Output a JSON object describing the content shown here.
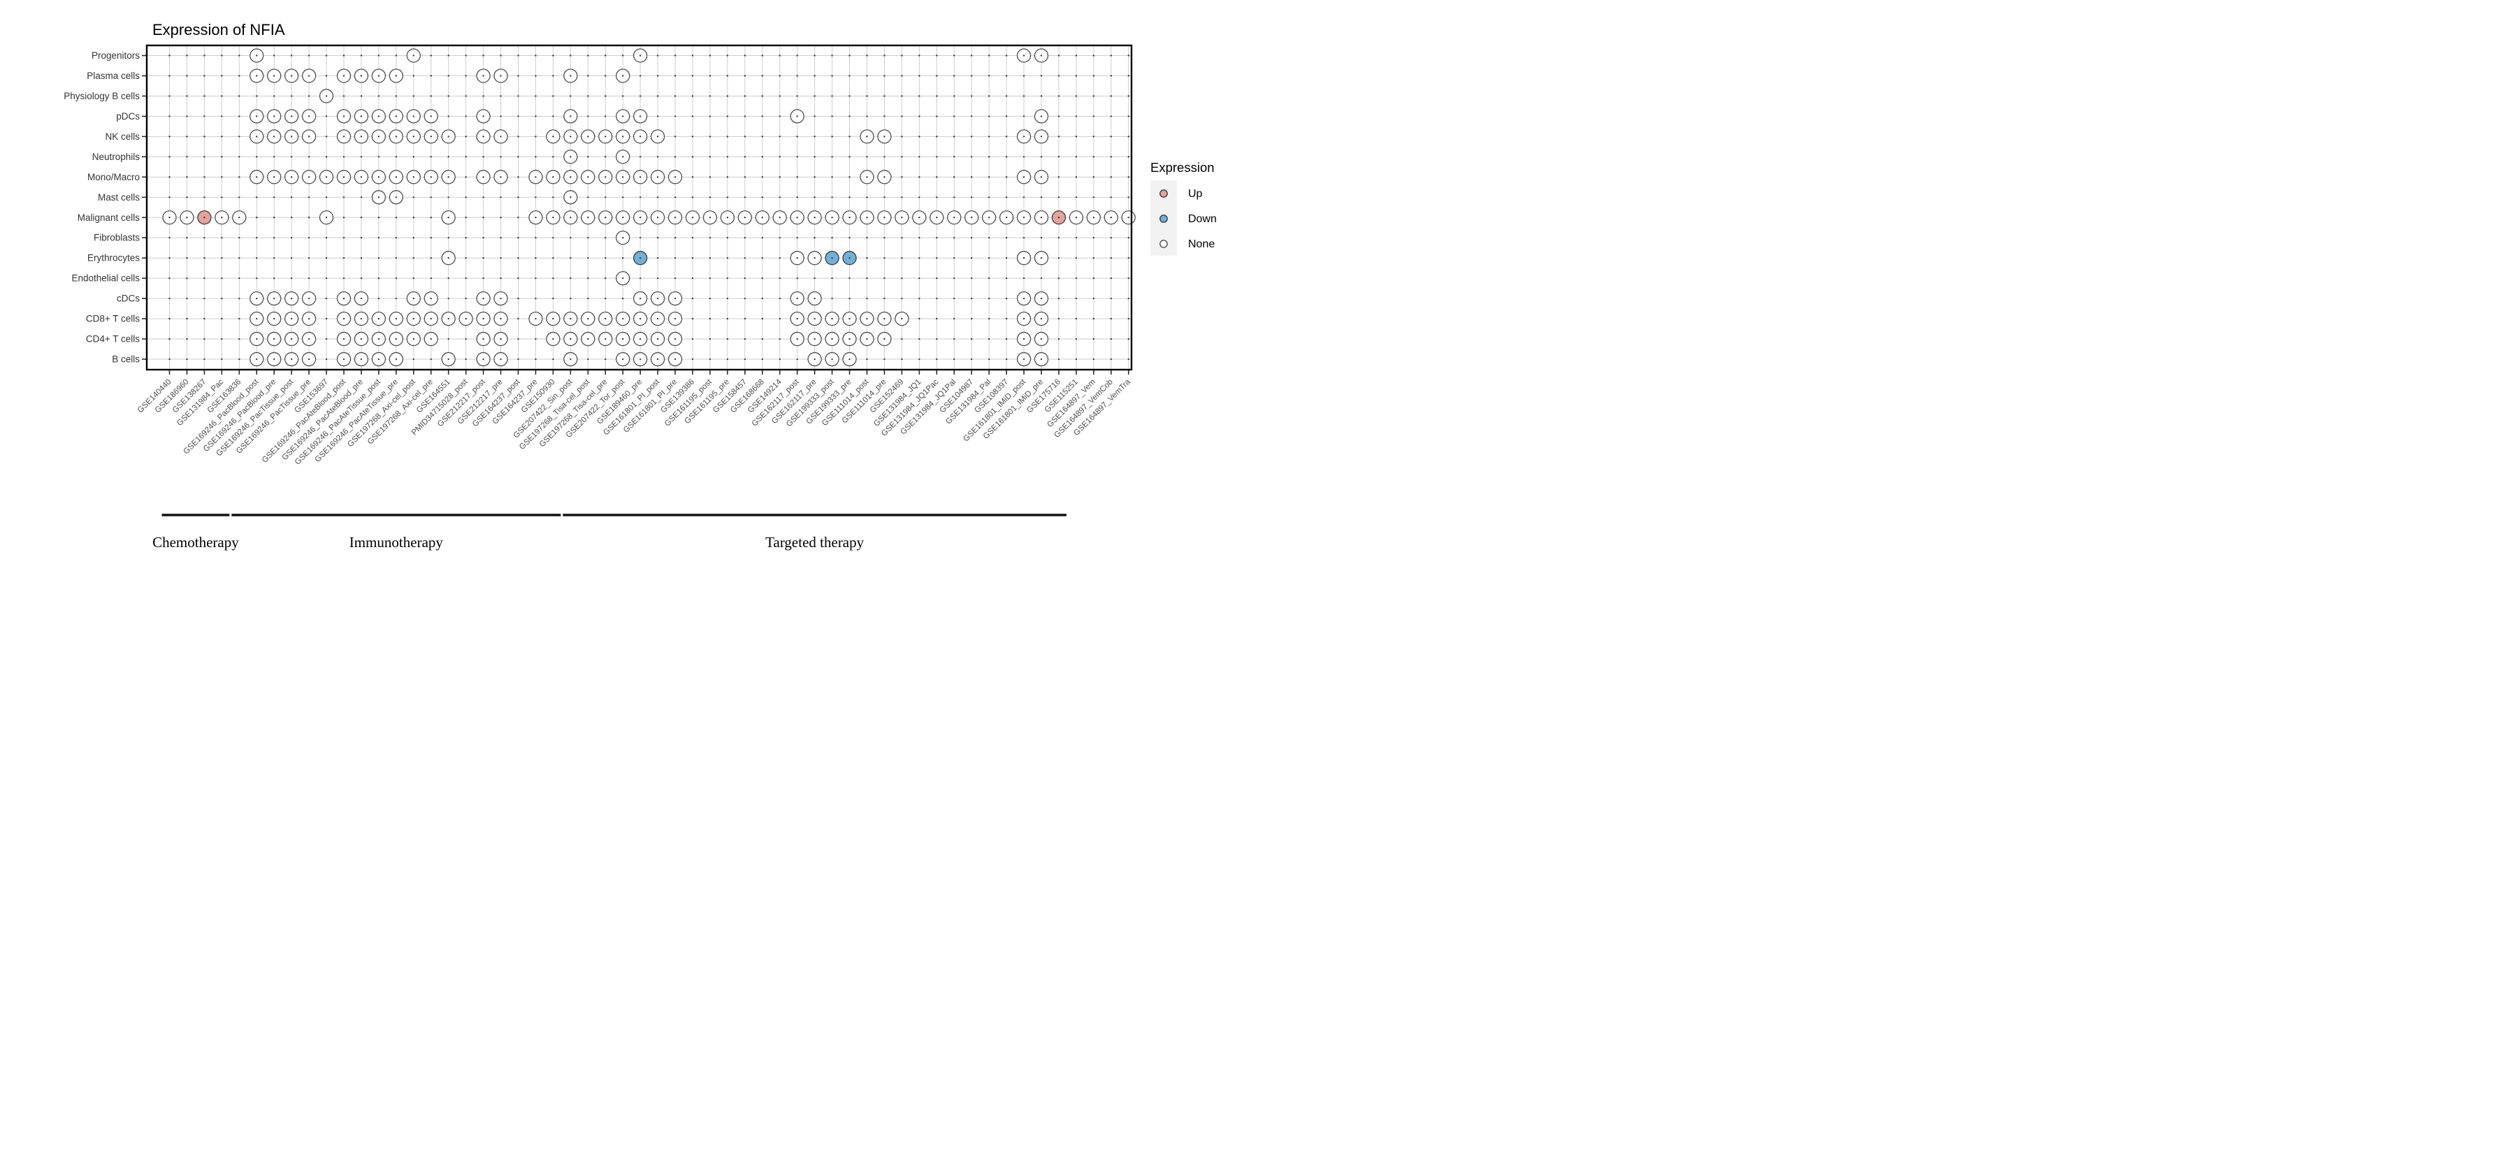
{
  "title": "Expression of NFIA",
  "legend": {
    "title": "Expression",
    "items": [
      {
        "label": "Up",
        "color": "#e2a49d"
      },
      {
        "label": "Down",
        "color": "#74afd8"
      },
      {
        "label": "None",
        "color": "#ffffff"
      }
    ]
  },
  "chart_data": {
    "type": "heatmap",
    "note": "dot matrix: rows are cell types, columns are datasets, dot value = expression direction (Up/Down/None), absence of dot = not detected",
    "colors": {
      "up": "#e2a49d",
      "down": "#74afd8",
      "none": "#ffffff",
      "grid": "#cdcdcd",
      "dot_stroke": "#4f4f4f"
    },
    "rows": [
      "Progenitors",
      "Plasma cells",
      "Physiology B cells",
      "pDCs",
      "NK cells",
      "Neutrophils",
      "Mono/Macro",
      "Mast cells",
      "Malignant cells",
      "Fibroblasts",
      "Erythrocytes",
      "Endothelial cells",
      "cDCs",
      "CD8+ T cells",
      "CD4+ T cells",
      "B cells"
    ],
    "columns": [
      "GSE140440",
      "GSE186960",
      "GSE138267",
      "GSE131984_Pac",
      "GSE163836",
      "GSE169246_PacBlood_post",
      "GSE169246_PacBlood_pre",
      "GSE169246_PacTissue_post",
      "GSE169246_PacTissue_pre",
      "GSE153697",
      "GSE169246_PacAteBlood_post",
      "GSE169246_PacAteBlood_pre",
      "GSE169246_PacAteTissue_post",
      "GSE169246_PacAteTissue_pre",
      "GSE197268_Axi-cel_post",
      "GSE197268_Axi-cel_pre",
      "GSE164551",
      "PMID34715028_post",
      "GSE212217_post",
      "GSE212217_pre",
      "GSE164237_post",
      "GSE164237_pre",
      "GSE150930",
      "GSE207422_Sin_post",
      "GSE197268_Tisa-cel_post",
      "GSE197268_Tisa-cel_pre",
      "GSE207422_Tor_post",
      "GSE189460_pre",
      "GSE161801_PI_post",
      "GSE161801_PI_pre",
      "GSE139386",
      "GSE161195_post",
      "GSE161195_pre",
      "GSE158457",
      "GSE168668",
      "GSE149214",
      "GSE162117_post",
      "GSE162117_pre",
      "GSE199333_post",
      "GSE199333_pre",
      "GSE111014_post",
      "GSE111014_pre",
      "GSE152469",
      "GSE131984_JQ1",
      "GSE131984_JQ1Pac",
      "GSE131984_JQ1Pal",
      "GSE104987",
      "GSE131984_Pal",
      "GSE108397",
      "GSE161801_IMiD_post",
      "GSE161801_IMiD_pre",
      "GSE175716",
      "GSE115251",
      "GSE164897_Vem",
      "GSE164897_VemCob",
      "GSE164897_VemTra"
    ],
    "groups": [
      {
        "label": "Chemotherapy",
        "from": 1,
        "to": 4
      },
      {
        "label": "Immunotherapy",
        "from": 5,
        "to": 23
      },
      {
        "label": "Targeted therapy",
        "from": 24,
        "to": 52
      }
    ],
    "matrix": [
      {
        "row": "Progenitors",
        "N": [
          6,
          15,
          28,
          50,
          51
        ],
        "U": [],
        "D": []
      },
      {
        "row": "Plasma cells",
        "N": [
          6,
          7,
          8,
          9,
          11,
          12,
          13,
          14,
          19,
          20,
          24,
          27
        ],
        "U": [],
        "D": []
      },
      {
        "row": "Physiology B cells",
        "N": [
          10
        ],
        "U": [],
        "D": []
      },
      {
        "row": "pDCs",
        "N": [
          6,
          7,
          8,
          9,
          11,
          12,
          13,
          14,
          15,
          16,
          19,
          24,
          27,
          28,
          37,
          51
        ],
        "U": [],
        "D": []
      },
      {
        "row": "NK cells",
        "N": [
          6,
          7,
          8,
          9,
          11,
          12,
          13,
          14,
          15,
          16,
          17,
          19,
          20,
          23,
          24,
          25,
          26,
          27,
          28,
          29,
          41,
          42,
          50,
          51
        ],
        "U": [],
        "D": []
      },
      {
        "row": "Neutrophils",
        "N": [
          24,
          27
        ],
        "U": [],
        "D": []
      },
      {
        "row": "Mono/Macro",
        "N": [
          6,
          7,
          8,
          9,
          10,
          11,
          12,
          13,
          14,
          15,
          16,
          17,
          19,
          20,
          22,
          23,
          24,
          25,
          26,
          27,
          28,
          29,
          30,
          41,
          42,
          50,
          51
        ],
        "U": [],
        "D": []
      },
      {
        "row": "Mast cells",
        "N": [
          13,
          14,
          24
        ],
        "U": [],
        "D": []
      },
      {
        "row": "Malignant cells",
        "N": [
          1,
          2,
          4,
          5,
          10,
          17,
          22,
          23,
          24,
          25,
          26,
          27,
          28,
          29,
          30,
          31,
          32,
          33,
          34,
          35,
          36,
          37,
          38,
          39,
          40,
          41,
          42,
          43,
          44,
          45,
          46,
          47,
          48,
          49,
          50,
          51,
          53,
          54,
          55,
          56
        ],
        "U": [
          3,
          52
        ],
        "D": []
      },
      {
        "row": "Fibroblasts",
        "N": [
          27
        ],
        "U": [],
        "D": []
      },
      {
        "row": "Erythrocytes",
        "N": [
          17,
          37,
          38,
          50,
          51
        ],
        "U": [],
        "D": [
          28,
          39,
          40
        ]
      },
      {
        "row": "Endothelial cells",
        "N": [
          27
        ],
        "U": [],
        "D": []
      },
      {
        "row": "cDCs",
        "N": [
          6,
          7,
          8,
          9,
          11,
          12,
          15,
          16,
          19,
          20,
          28,
          29,
          30,
          37,
          38,
          50,
          51
        ],
        "U": [],
        "D": []
      },
      {
        "row": "CD8+ T cells",
        "N": [
          6,
          7,
          8,
          9,
          11,
          12,
          13,
          14,
          15,
          16,
          17,
          18,
          19,
          20,
          22,
          23,
          24,
          25,
          26,
          27,
          28,
          29,
          30,
          37,
          38,
          39,
          40,
          41,
          42,
          43,
          50,
          51
        ],
        "U": [],
        "D": []
      },
      {
        "row": "CD4+ T cells",
        "N": [
          6,
          7,
          8,
          9,
          11,
          12,
          13,
          14,
          15,
          16,
          19,
          20,
          23,
          24,
          25,
          26,
          27,
          28,
          29,
          30,
          37,
          38,
          39,
          40,
          41,
          42,
          50,
          51
        ],
        "U": [],
        "D": []
      },
      {
        "row": "B cells",
        "N": [
          6,
          7,
          8,
          9,
          11,
          12,
          13,
          14,
          17,
          19,
          20,
          24,
          27,
          28,
          29,
          30,
          38,
          39,
          40,
          50,
          51
        ],
        "U": [],
        "D": []
      }
    ]
  }
}
